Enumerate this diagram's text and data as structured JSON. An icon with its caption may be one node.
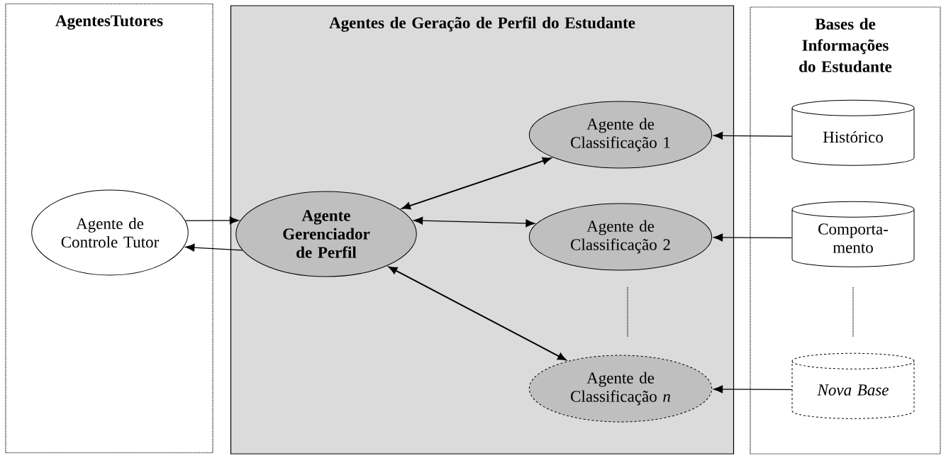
{
  "diagram": {
    "nodes": [
      {
        "text": [
          "AgentesTutores"
        ]
      },
      {
        "text": [
          "Agente de Controle Tutor"
        ],
        "in": 0
      },
      {
        "text": [
          "Agentes de Geração de Perfil do Estudante"
        ]
      },
      {
        "text": [
          "Agente Gerenciador de Perfil"
        ],
        "in": 2
      },
      {
        "text": [
          "Agente de Classificação 1"
        ],
        "in": 2
      },
      {
        "text": [
          "Agente de Classificação 2"
        ],
        "in": 2
      },
      {
        "text": [
          "Agente de Classificação *n*"
        ],
        "in": 2
      },
      {
        "text": [
          "Bases de Informações do Estudante"
        ]
      },
      {
        "text": [
          "Histórico"
        ],
        "in": 7
      },
      {
        "text": [
          "Comporta- mento"
        ],
        "in": 7
      },
      {
        "text": [
          "*Nova Base*"
        ],
        "in": 7
      }
    ],
    "edges": [
      {
        "from": 1,
        "to": 3,
        "arrow": "to"
      },
      {
        "from": 3,
        "to": 1,
        "arrow": "to"
      },
      {
        "from": 3,
        "to": 4,
        "arrow": "both"
      },
      {
        "from": 3,
        "to": 5,
        "arrow": "both"
      },
      {
        "from": 3,
        "to": 6,
        "arrow": "both"
      },
      {
        "from": 8,
        "to": 4,
        "arrow": "to"
      },
      {
        "from": 9,
        "to": 5,
        "arrow": "to"
      },
      {
        "from": 10,
        "to": 6,
        "arrow": "to"
      }
    ]
  }
}
